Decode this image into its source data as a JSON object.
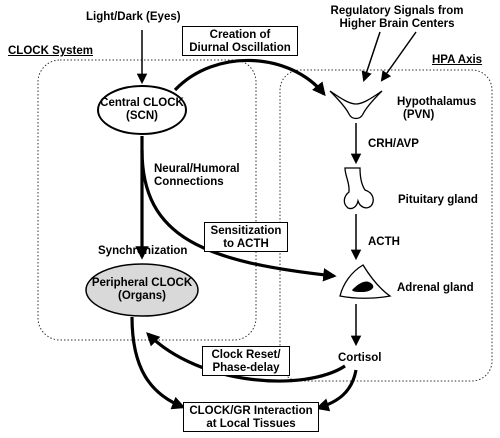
{
  "sections": {
    "clock_system": "CLOCK System",
    "hpa_axis": "HPA Axis"
  },
  "inputs": {
    "light_dark": "Light/Dark (Eyes)",
    "regulatory_line1": "Regulatory Signals from",
    "regulatory_line2": "Higher Brain Centers"
  },
  "clock": {
    "central_line1": "Central CLOCK",
    "central_line2": "(SCN)",
    "peripheral_line1": "Peripheral CLOCK",
    "peripheral_line2": "(Organs)",
    "neural_line1": "Neural/Humoral",
    "neural_line2": "Connections",
    "synchronization": "Synchronization"
  },
  "boxes": {
    "diurnal_line1": "Creation of",
    "diurnal_line2": "Diurnal Oscillation",
    "sensitization_line1": "Sensitization",
    "sensitization_line2": "to ACTH",
    "reset_line1": "Clock Reset/",
    "reset_line2": "Phase-delay",
    "interaction_line1": "CLOCK/GR Interaction",
    "interaction_line2": "at Local Tissues"
  },
  "hpa": {
    "hypothalamus_line1": "Hypothalamus",
    "hypothalamus_line2": "(PVN)",
    "crh_avp": "CRH/AVP",
    "pituitary": "Pituitary gland",
    "acth": "ACTH",
    "adrenal": "Adrenal gland",
    "cortisol": "Cortisol"
  },
  "colors": {
    "peripheral_fill": "#d9d9d9",
    "line": "#000000"
  }
}
